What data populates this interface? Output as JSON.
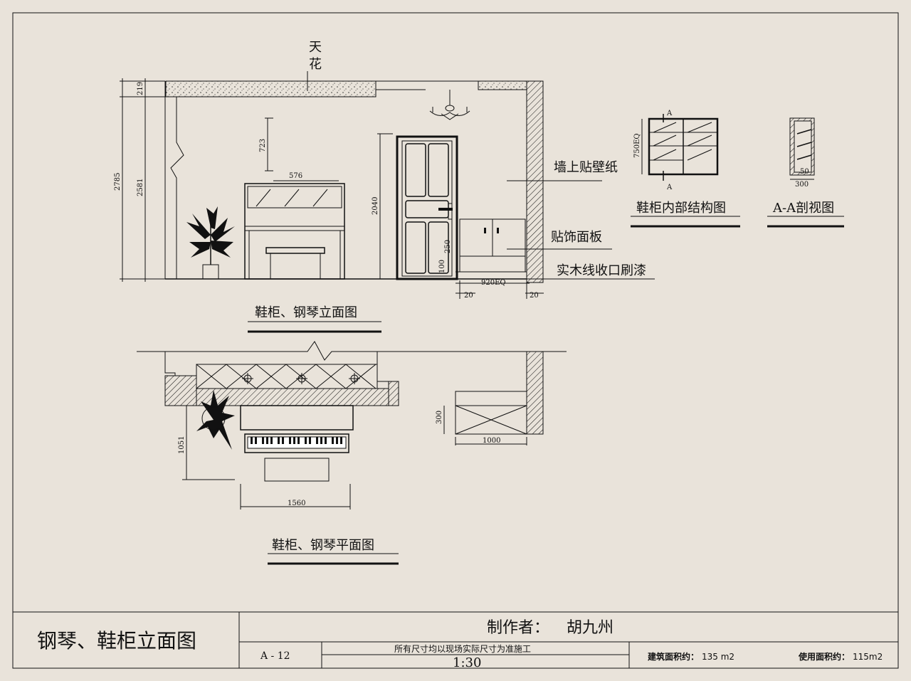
{
  "elevation": {
    "ceiling_label_1": "天",
    "ceiling_label_2": "花",
    "note_wallpaper": "墙上贴壁纸",
    "note_panel": "贴饰面板",
    "note_trim": "实木线收口刷漆",
    "title": "鞋柜、钢琴立面图",
    "dims": {
      "d219": "219",
      "d2785": "2785",
      "d2581": "2581",
      "d723": "723",
      "d576": "576",
      "d2040": "2040",
      "d920": "920EQ",
      "d20a": "20",
      "d20b": "20",
      "d100": "100",
      "d250": "250"
    }
  },
  "cabinet_structure": {
    "title": "鞋柜内部结构图",
    "dim_750": "750EQ",
    "section_mark_top": "A",
    "section_mark_bottom": "A"
  },
  "section_aa": {
    "title": "A-A剖视图",
    "dim_50": "50",
    "dim_300": "300"
  },
  "plan": {
    "title": "鞋柜、钢琴平面图",
    "dims": {
      "d1051": "1051",
      "d1560": "1560",
      "d300": "300",
      "d1000": "1000"
    }
  },
  "title_block": {
    "drawing_title": "钢琴、鞋柜立面图",
    "author_label": "制作者：",
    "author_name": "胡九州",
    "sheet_no": "A - 12",
    "note": "所有尺寸均以现场实际尺寸为准施工",
    "scale": "1:30",
    "area_built_label": "建筑面积约：",
    "area_built_value": "135 m2",
    "area_used_label": "使用面积约：",
    "area_used_value": "115m2"
  }
}
